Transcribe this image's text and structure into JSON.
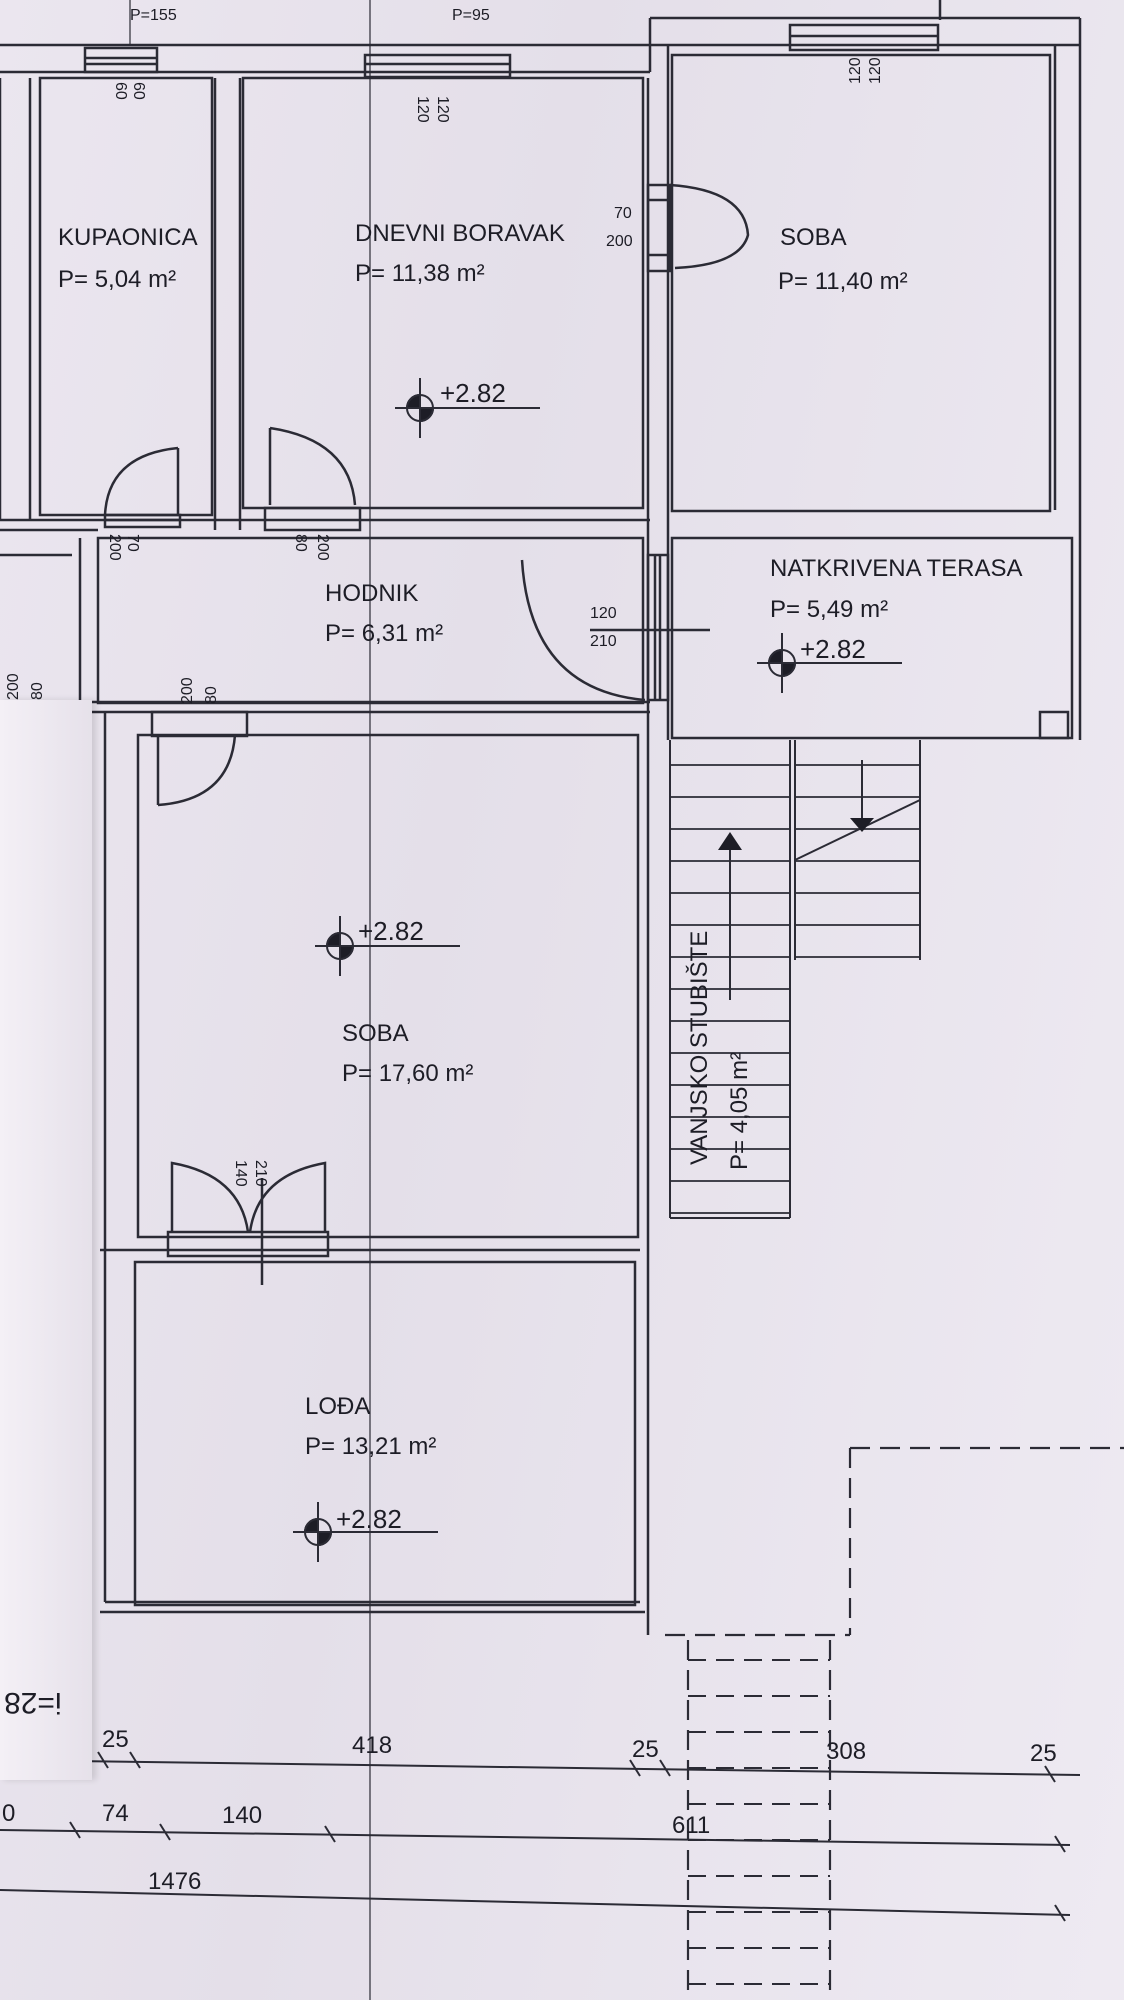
{
  "rooms": [
    {
      "id": "kupaonica",
      "name": "KUPAONICA",
      "area": "P= 5,04 m²"
    },
    {
      "id": "dnevni",
      "name": "DNEVNI BORAVAK",
      "area": "P= 11,38 m²"
    },
    {
      "id": "soba1",
      "name": "SOBA",
      "area": "P= 11,40 m²"
    },
    {
      "id": "hodnik",
      "name": "HODNIK",
      "area": "P= 6,31 m²"
    },
    {
      "id": "terasa",
      "name": "NATKRIVENA TERASA",
      "area": "P= 5,49 m²"
    },
    {
      "id": "soba2",
      "name": "SOBA",
      "area": "P= 17,60 m²"
    },
    {
      "id": "stubiste",
      "name": "VANJSKO STUBIŠTE",
      "area": "P= 4,05 m²"
    },
    {
      "id": "loda",
      "name": "LOĐA",
      "area": "P= 13,21 m²"
    }
  ],
  "levels": {
    "l1": "+2.82",
    "l2": "+2.82",
    "l3": "+2.82",
    "l4": "+2.82"
  },
  "openings": {
    "win_top1": "P=155",
    "win_top2": "P=95",
    "w1a": "60",
    "w1b": "60",
    "w2a": "120",
    "w2b": "120",
    "w3a": "120",
    "w3b": "120",
    "d_boravak_soba_w": "70",
    "d_boravak_soba_h": "200",
    "d_kup_w": "70",
    "d_kup_h": "200",
    "d_bor_w": "80",
    "d_bor_h": "200",
    "d_ter_w": "120",
    "d_ter_h": "210",
    "d_soba2_w": "80",
    "d_soba2_h": "200",
    "d_left_w": "80",
    "d_left_h": "200",
    "d_loda_w": "140",
    "d_loda_h": "210"
  },
  "dims": {
    "d25a": "25",
    "d418": "418",
    "d25b": "25",
    "d308": "308",
    "d25c": "25",
    "d0": "0",
    "d74": "74",
    "d140": "140",
    "d611": "611",
    "d1476": "1476"
  },
  "edge_text": "i=28"
}
